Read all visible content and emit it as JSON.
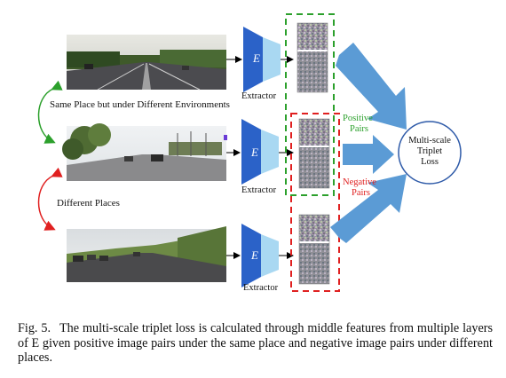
{
  "rows": [
    {
      "photo_scene": "highway-road-dusk"
    },
    {
      "photo_scene": "city-street-daylight"
    },
    {
      "photo_scene": "country-road-hill"
    }
  ],
  "encoder": {
    "letter": "E",
    "label": "Extractor"
  },
  "relations": {
    "same_place": "Same Place but under Different Environments",
    "different_places": "Different Places"
  },
  "pairs": {
    "positive": {
      "line1": "Positive",
      "line2": "Pairs",
      "color": "#2ca02c"
    },
    "negative": {
      "line1": "Negative",
      "line2": "Pairs",
      "color": "#e02020"
    }
  },
  "loss": {
    "line1": "Multi-scale",
    "line2": "Triplet",
    "line3": "Loss"
  },
  "colors": {
    "encoder": "#2b62c8",
    "encoder_light": "#a9d8f2",
    "arrow": "#5b9bd5"
  },
  "caption": {
    "label": "Fig. 5.",
    "text": "The multi-scale triplet loss is calculated through middle features from multiple layers of E given positive image pairs under the same place and negative image pairs under different places."
  }
}
